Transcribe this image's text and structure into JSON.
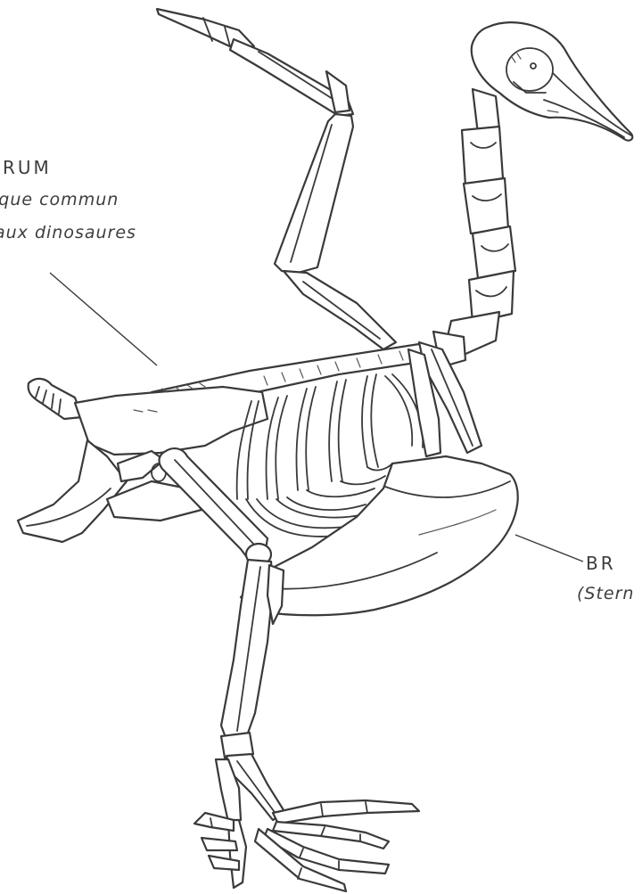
{
  "labels": {
    "synsacrum": {
      "title": "CRUM",
      "line1": "ique commun",
      "line2": "aux dinosaures"
    },
    "breastbone": {
      "title": "BR",
      "line1": "(Stern"
    }
  },
  "colors": {
    "ink": "#3a3a3a",
    "paper": "#ffffff"
  }
}
